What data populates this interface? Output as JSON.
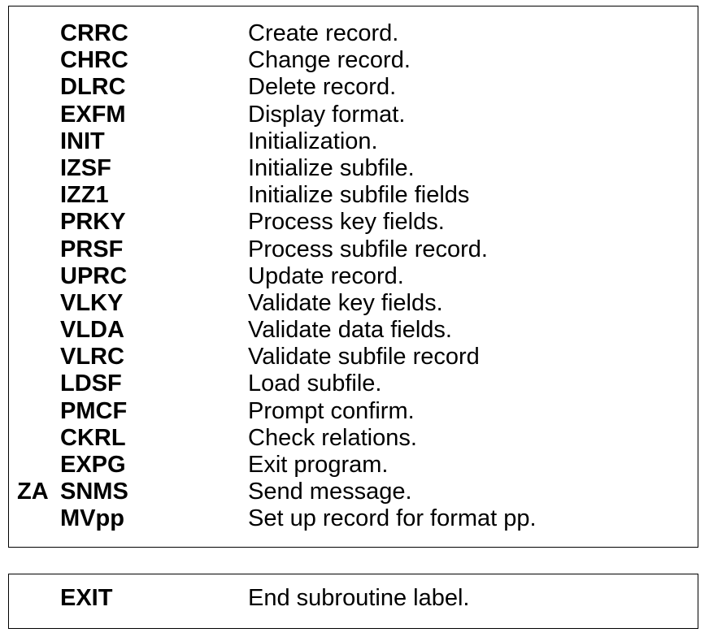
{
  "main_list": {
    "items": [
      {
        "prefix": "",
        "code": "CRRC",
        "description": "Create record."
      },
      {
        "prefix": "",
        "code": "CHRC",
        "description": "Change record."
      },
      {
        "prefix": "",
        "code": "DLRC",
        "description": "Delete record."
      },
      {
        "prefix": "",
        "code": "EXFM",
        "description": "Display format."
      },
      {
        "prefix": "",
        "code": "INIT",
        "description": "Initialization."
      },
      {
        "prefix": "",
        "code": "IZSF",
        "description": "Initialize subfile."
      },
      {
        "prefix": "",
        "code": "IZZ1",
        "description": "Initialize subfile fields"
      },
      {
        "prefix": "",
        "code": "PRKY",
        "description": "Process key fields."
      },
      {
        "prefix": "",
        "code": "PRSF",
        "description": "Process subfile record."
      },
      {
        "prefix": "",
        "code": "UPRC",
        "description": "Update record."
      },
      {
        "prefix": "",
        "code": "VLKY",
        "description": "Validate key fields."
      },
      {
        "prefix": "",
        "code": "VLDA",
        "description": "Validate data fields."
      },
      {
        "prefix": "",
        "code": "VLRC",
        "description": "Validate subfile record"
      },
      {
        "prefix": "",
        "code": "LDSF",
        "description": "Load subfile."
      },
      {
        "prefix": "",
        "code": "PMCF",
        "description": "Prompt confirm."
      },
      {
        "prefix": "",
        "code": "CKRL",
        "description": "Check relations."
      },
      {
        "prefix": "",
        "code": "EXPG",
        "description": "Exit program."
      },
      {
        "prefix": "ZA",
        "code": "SNMS",
        "description": "Send message."
      },
      {
        "prefix": "",
        "code": "MVpp",
        "description": "Set up record for format pp."
      }
    ]
  },
  "exit_list": {
    "items": [
      {
        "code": "EXIT",
        "description": "End subroutine label."
      }
    ]
  }
}
